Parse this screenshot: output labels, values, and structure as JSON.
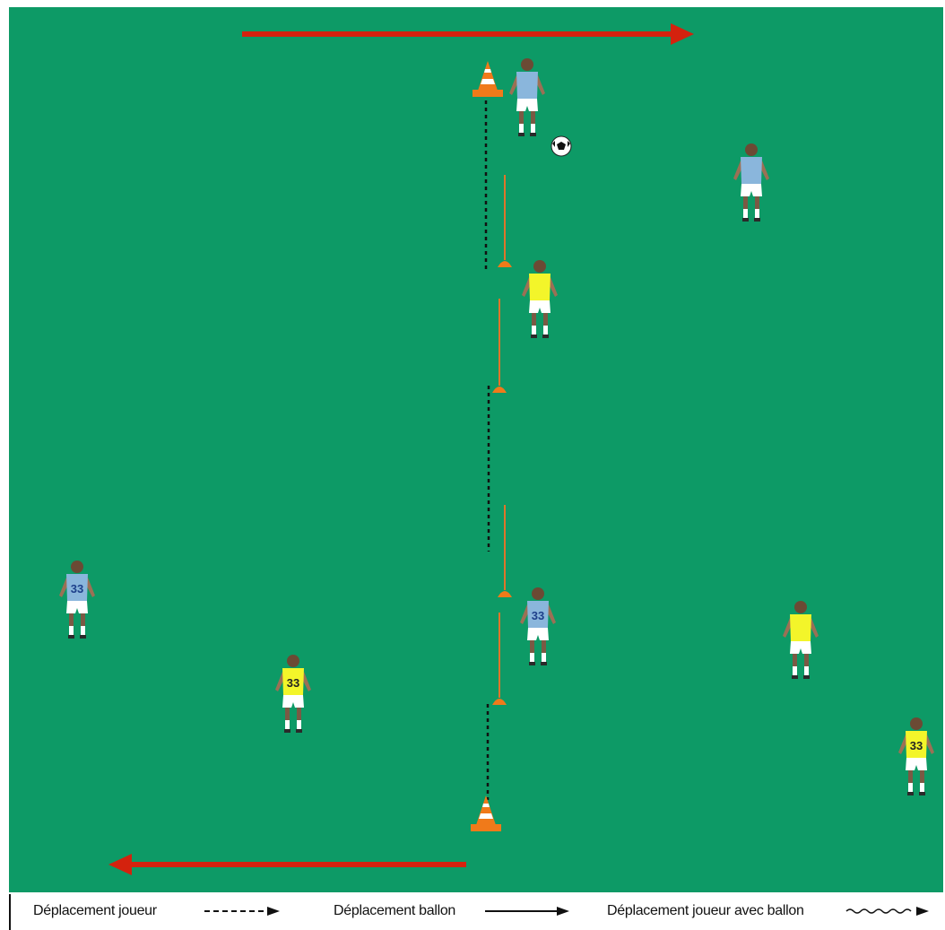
{
  "field": {
    "color": "#0d9a66"
  },
  "colors": {
    "arrow": "#d4220e",
    "cone": "#f07a1a",
    "pole": "#e0752a",
    "team_blue": "#8ab6dc",
    "team_yellow": "#f3f52a",
    "path_line": "#111111"
  },
  "players": [
    {
      "team": "blue",
      "facing": "front"
    },
    {
      "team": "blue",
      "facing": "front"
    },
    {
      "team": "yellow",
      "facing": "front"
    },
    {
      "team": "blue",
      "facing": "back",
      "number": "33"
    },
    {
      "team": "yellow",
      "facing": "back",
      "number": "33"
    },
    {
      "team": "blue",
      "facing": "back",
      "number": "33"
    },
    {
      "team": "yellow",
      "facing": "front"
    },
    {
      "team": "yellow",
      "facing": "back",
      "number": "33"
    }
  ],
  "legend": {
    "player_move": "Déplacement joueur",
    "ball_move": "Déplacement ballon",
    "player_with_ball": "Déplacement joueur avec ballon"
  }
}
